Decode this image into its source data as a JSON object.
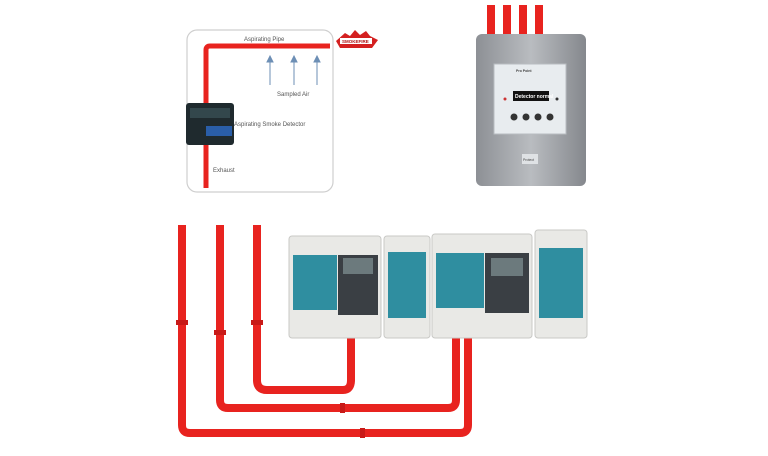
{
  "diagram": {
    "pipe_label": "Aspirating Pipe",
    "air_label": "Sampled Air",
    "detector_label": "Aspirating Smoke Detector",
    "exhaust_label": "Exhaust",
    "logo_text": "SMOKEFIRE"
  },
  "device": {
    "brand": "Pro Point",
    "display_text": "Detector normal",
    "badge": "Protect"
  },
  "colors": {
    "pipe": "#e8231f",
    "device_gray": "#9a9da2",
    "panel": "#e9e9e6",
    "teal": "#2f8ea0"
  }
}
